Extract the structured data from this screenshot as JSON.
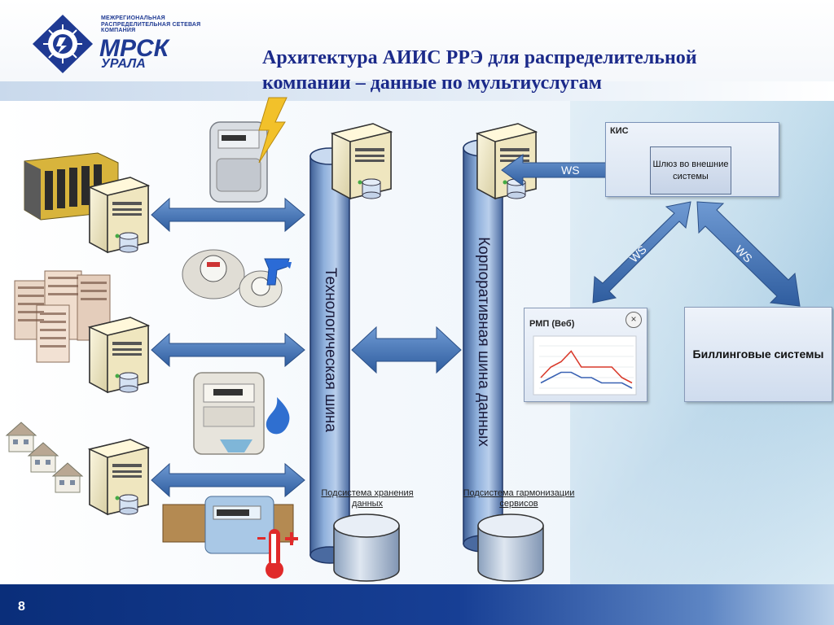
{
  "logo": {
    "small_text": "МЕЖРЕГИОНАЛЬНАЯ РАСПРЕДЕЛИТЕЛЬНАЯ СЕТЕВАЯ КОМПАНИЯ",
    "big_text": "МРСК",
    "sub_text": "УРАЛА"
  },
  "title_line1": "Архитектура АИИС РРЭ для распределительной",
  "title_line2": "компании – данные по мультиуслугам",
  "tech_bus_label": "Технологическая шина",
  "corp_bus_label": "Корпоративная шина данных",
  "storage_label": "Подсистема хранения данных",
  "harmonization_label": "Подсистема гармонизации сервисов",
  "kis": {
    "title": "КИС",
    "gateway": "Шлюз во внешние системы"
  },
  "ws_labels": [
    "WS",
    "WS",
    "WS"
  ],
  "rmp": {
    "title": "РМП (Веб)",
    "close": "×"
  },
  "billing": "Биллинговые системы",
  "page_number": "8",
  "colors": {
    "title": "#1b2a8a",
    "arrow": "#3f6fb3",
    "footer": "#0a2e7a"
  },
  "rmp_chart": {
    "series": [
      {
        "color": "#d93a2b",
        "values": [
          2,
          4,
          5,
          7,
          4,
          4,
          4,
          4,
          2,
          1
        ]
      },
      {
        "color": "#3a62b3",
        "values": [
          1,
          2,
          3,
          3,
          2,
          2,
          1,
          1,
          1,
          0
        ]
      }
    ]
  }
}
